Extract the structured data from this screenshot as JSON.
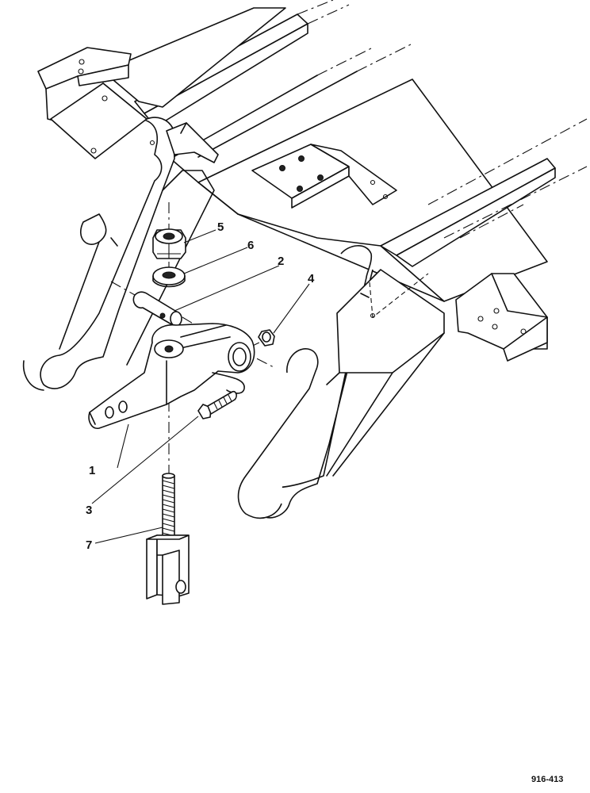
{
  "callouts": {
    "c1": "1",
    "c2": "2",
    "c3": "3",
    "c4": "4",
    "c5": "5",
    "c6": "6",
    "c7": "7"
  },
  "figure_code": "916-413"
}
